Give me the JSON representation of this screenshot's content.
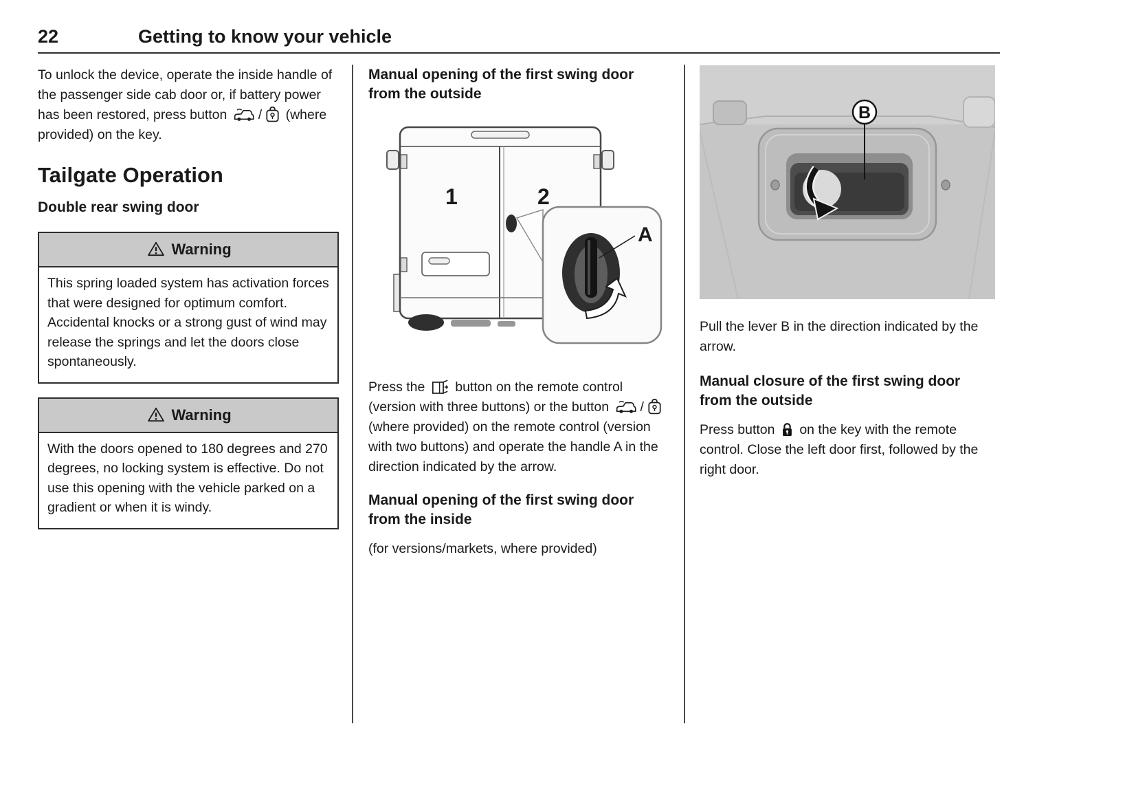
{
  "page": {
    "number": "22",
    "chapter_title": "Getting to know your vehicle"
  },
  "icons": {
    "warning": "warning-triangle",
    "van_remote_unlock": "van-remote-unlock-button",
    "unlock_button": "unlock-button",
    "rear_door_button": "rear-door-open-button",
    "lock_closed": "lock-closed-button"
  },
  "left_column": {
    "intro": {
      "text_before_icons": "To unlock the device, operate the inside handle of the passenger side cab door or, if battery power has been restored, press button",
      "icon_separator": "/",
      "text_after_icons": "(where provided) on the key."
    },
    "section_heading": "Tailgate Operation",
    "sub_heading": "Double rear swing door",
    "warnings": [
      {
        "title": "Warning",
        "body": "This spring loaded system has activation forces that were designed for optimum comfort. Accidental knocks or a strong gust of wind may release the springs and let the doors close spontaneously."
      },
      {
        "title": "Warning",
        "body": "With the doors opened to 180 degrees and 270 degrees, no locking system is effective. Do not use this opening with the vehicle parked on a gradient or when it is windy."
      }
    ]
  },
  "middle_column": {
    "heading_outside": "Manual opening of the first swing door from the outside",
    "figure_van": {
      "door1_label": "1",
      "door2_label": "2",
      "handle_label": "A"
    },
    "para_press": {
      "part1": "Press the",
      "part2": "button on the remote control (version with three buttons) or the button",
      "icon_separator": "/",
      "part3": "(where provided) on the remote control (version with two buttons) and operate the handle A in the direction indicated by the arrow."
    },
    "heading_inside": "Manual opening of the first swing door from the inside",
    "para_versions": "(for versions/markets, where provided)"
  },
  "right_column": {
    "figure_lever": {
      "lever_label": "B"
    },
    "para_pull": "Pull the lever B in the direction indicated by the arrow.",
    "heading_closure": "Manual closure of the first swing door from the outside",
    "para_close": {
      "part1": "Press button",
      "part2": "on the key with the remote control. Close the left door first, followed by the right door."
    }
  }
}
